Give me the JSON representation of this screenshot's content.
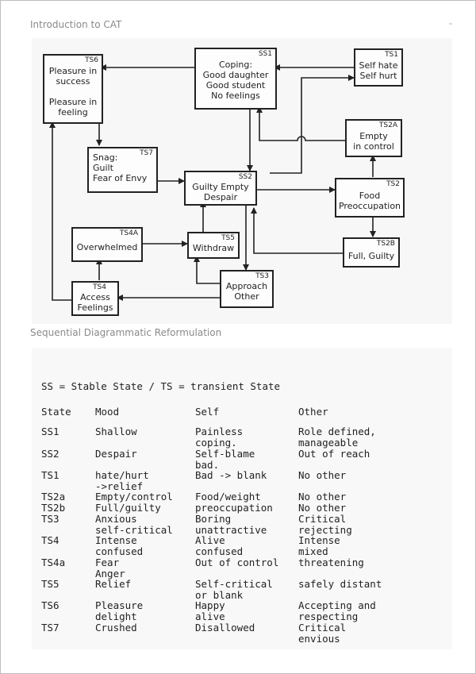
{
  "header": {
    "running_head": "Introduction to CAT",
    "dash": "-"
  },
  "diagram": {
    "caption": "Sequential Diagrammatic Reformulation",
    "boxes": {
      "ts6": {
        "id": "TS6",
        "lines": [
          "Pleasure in",
          "success",
          "",
          "Pleasure in",
          "feeling"
        ]
      },
      "ss1": {
        "id": "SS1",
        "lines": [
          "Coping:",
          "Good daughter",
          "Good student",
          "No feelings"
        ]
      },
      "ts1": {
        "id": "TS1",
        "lines": [
          "Self hate",
          "Self hurt"
        ]
      },
      "ts2a": {
        "id": "TS2A",
        "lines": [
          "Empty",
          "in control"
        ]
      },
      "ts7": {
        "id": "TS7",
        "lines": [
          "Snag:",
          "Guilt",
          "Fear of Envy"
        ]
      },
      "ss2": {
        "id": "SS2",
        "lines": [
          "Guilty Empty",
          "Despair"
        ]
      },
      "ts2": {
        "id": "TS2",
        "lines": [
          "Food",
          "Preoccupation"
        ]
      },
      "ts4a": {
        "id": "TS4A",
        "lines": [
          "Overwhelmed"
        ]
      },
      "ts5": {
        "id": "TS5",
        "lines": [
          "Withdraw"
        ]
      },
      "ts2b": {
        "id": "TS2B",
        "lines": [
          "Full, Guilty"
        ]
      },
      "ts3": {
        "id": "TS3",
        "lines": [
          "Approach",
          "Other"
        ]
      },
      "ts4": {
        "id": "TS4",
        "lines": [
          "Access",
          "Feelings"
        ]
      }
    }
  },
  "table": {
    "legend": "SS = Stable State / TS = transient State",
    "headers": [
      "State",
      "Mood",
      "Self",
      "Other"
    ],
    "rows": [
      {
        "state": "SS1",
        "mood": "Shallow",
        "self": "Painless\ncoping.",
        "other": "Role defined,\nmanageable"
      },
      {
        "state": "SS2",
        "mood": "Despair",
        "self": "Self-blame\nbad.",
        "other": "Out of reach"
      },
      {
        "state": "TS1",
        "mood": "hate/hurt\n->relief",
        "self": "Bad -> blank",
        "other": "No other"
      },
      {
        "state": "TS2a",
        "mood": "Empty/control",
        "self": "Food/weight",
        "other": "No other"
      },
      {
        "state": "TS2b",
        "mood": "Full/guilty",
        "self": "preoccupation",
        "other": "No other"
      },
      {
        "state": "TS3",
        "mood": "Anxious\nself-critical",
        "self": "Boring\nunattractive",
        "other": "Critical\nrejecting"
      },
      {
        "state": "TS4",
        "mood": "Intense\nconfused",
        "self": "Alive\nconfused",
        "other": "Intense\nmixed"
      },
      {
        "state": "TS4a",
        "mood": "Fear\nAnger",
        "self": "Out of control",
        "other": "threatening"
      },
      {
        "state": "TS5",
        "mood": "Relief",
        "self": "Self-critical\nor blank",
        "other": "safely distant"
      },
      {
        "state": "TS6",
        "mood": "Pleasure\ndelight",
        "self": "Happy\nalive",
        "other": "Accepting and\nrespecting"
      },
      {
        "state": "TS7",
        "mood": "Crushed",
        "self": "Disallowed",
        "other": "Critical\nenvious"
      }
    ]
  }
}
